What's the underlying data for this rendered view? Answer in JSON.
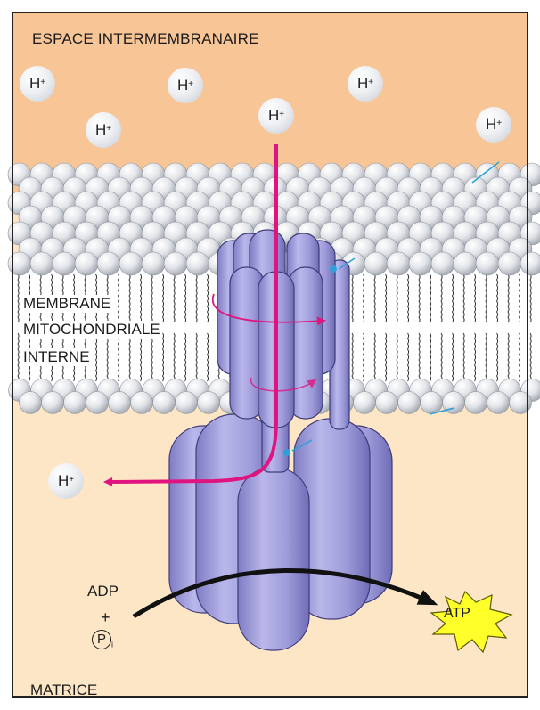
{
  "labels": {
    "intermembrane_space": "ESPACE INTERMEMBRANAIRE",
    "membrane_line1": "MEMBRANE",
    "membrane_line2": "MITOCHONDRIALE",
    "membrane_line3": "INTERNE",
    "matrix": "MATRICE",
    "adp": "ADP",
    "plus": "+",
    "phosphate": "P",
    "phosphate_sub": "i",
    "atp": "ATP"
  },
  "ions": {
    "symbol": "H",
    "charge": "+"
  },
  "colors": {
    "intermembrane_space": "#f7c596",
    "matrix": "#fde6c6",
    "membrane_band": "#ffffff",
    "phospholipid_head": "#d9dce1",
    "atp_synthase": "#9a98d6",
    "proton_path": "#e0147e",
    "reaction_arrow": "#111111",
    "atp_star": "#ffff2a"
  }
}
